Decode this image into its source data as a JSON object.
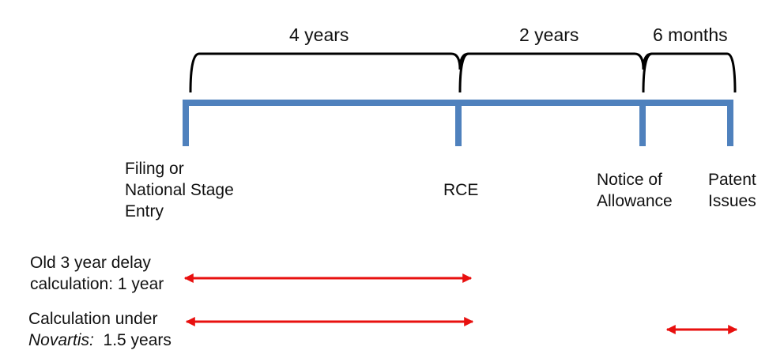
{
  "colors": {
    "timeline": "#4f81bd",
    "arrow": "#e8100f",
    "brace": "#000000",
    "text": "#111111"
  },
  "durations": [
    {
      "label": "4 years"
    },
    {
      "label": "2 years"
    },
    {
      "label": "6 months"
    }
  ],
  "milestones": {
    "filing": {
      "line1": "Filing or",
      "line2": "National Stage",
      "line3": "Entry"
    },
    "rce": {
      "line1": "RCE"
    },
    "allowance": {
      "line1": "Notice of",
      "line2": "Allowance"
    },
    "issue": {
      "line1": "Patent",
      "line2": "Issues"
    }
  },
  "calculations": {
    "old": {
      "line1": "Old 3 year delay",
      "line2": "calculation:  1 year"
    },
    "novartis": {
      "line1": "Calculation under",
      "line2_italic": "Novartis:",
      "line2_rest": "  1.5 years"
    }
  }
}
